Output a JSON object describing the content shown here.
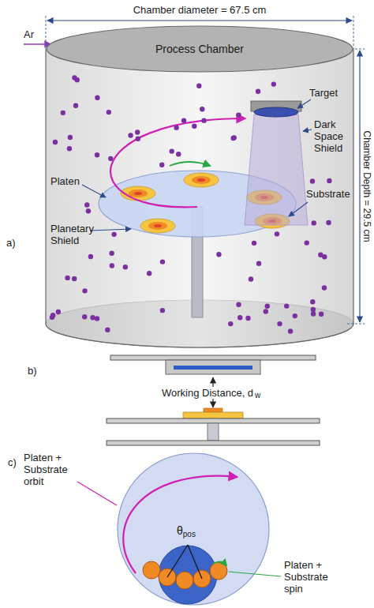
{
  "diagram": {
    "nodes": [
      {
        "text": [
          "Process Chamber"
        ]
      }
    ],
    "labels": [
      "Chamber diameter = 67.5 cm",
      "Ar",
      "Target",
      "Dark Space Shield",
      "Chamber Depth = 29.5 cm",
      "a)",
      "Platen",
      "Planetary Shield",
      "Substrate",
      "b)",
      "Working Distance, d",
      "w",
      "c)",
      "Platen + Substrate orbit",
      "θ",
      "pos",
      "Platen + Substrate spin"
    ]
  }
}
